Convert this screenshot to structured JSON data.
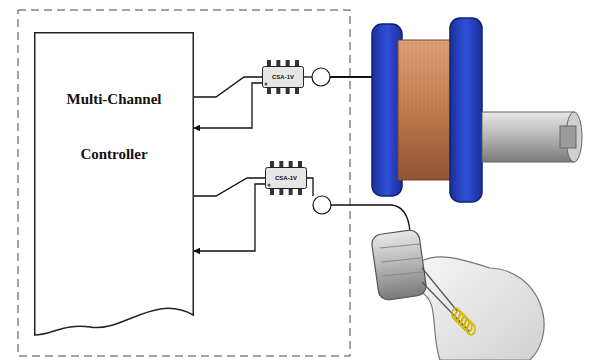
{
  "diagram": {
    "nodes": [
      {
        "text": [
          "Multi-Channel Controller"
        ]
      },
      {
        "text": [
          "CSA-1V"
        ]
      },
      {
        "text": [
          "CSA-1V"
        ]
      }
    ],
    "edges": [
      {
        "from": 0,
        "to": 1,
        "arrow": "none"
      },
      {
        "from": 1,
        "to": 0,
        "arrow": "to"
      },
      {
        "from": 0,
        "to": 2,
        "arrow": "none"
      },
      {
        "from": 2,
        "to": 0,
        "arrow": "to"
      }
    ]
  }
}
